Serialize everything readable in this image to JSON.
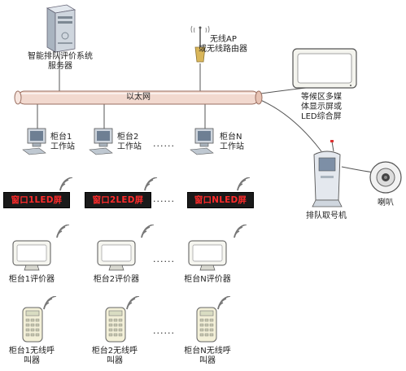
{
  "server": {
    "label_line1": "智能排队评价系统",
    "label_line2": "服务器"
  },
  "ap": {
    "label_line1": "无线AP",
    "label_line2": "或无线路由器"
  },
  "ethernet": {
    "label": "以太网"
  },
  "display": {
    "label_line1": "等候区多媒",
    "label_line2": "体显示屏或",
    "label_line3": "LED综合屏"
  },
  "workstations": [
    {
      "line1": "柜台1",
      "line2": "工作站"
    },
    {
      "line1": "柜台2",
      "line2": "工作站"
    },
    {
      "line1": "柜台N",
      "line2": "工作站"
    }
  ],
  "led_screens": [
    "窗口1LED屏",
    "窗口2LED屏",
    "窗口NLED屏"
  ],
  "evaluators": [
    "柜台1评价器",
    "柜台2评价器",
    "柜台N评价器"
  ],
  "pagers": [
    {
      "line1": "柜台1无线呼",
      "line2": "叫器"
    },
    {
      "line1": "柜台2无线呼",
      "line2": "叫器"
    },
    {
      "line1": "柜台N无线呼",
      "line2": "叫器"
    }
  ],
  "ticket_machine": {
    "label": "排队取号机"
  },
  "speaker": {
    "label": "喇叭"
  },
  "ellipsis": "......",
  "colors": {
    "ethernet_pipe": "#f2d9cf",
    "led_bg": "#1a1a1a",
    "led_text": "#ff2a2a",
    "ap": "#d9b65a"
  }
}
